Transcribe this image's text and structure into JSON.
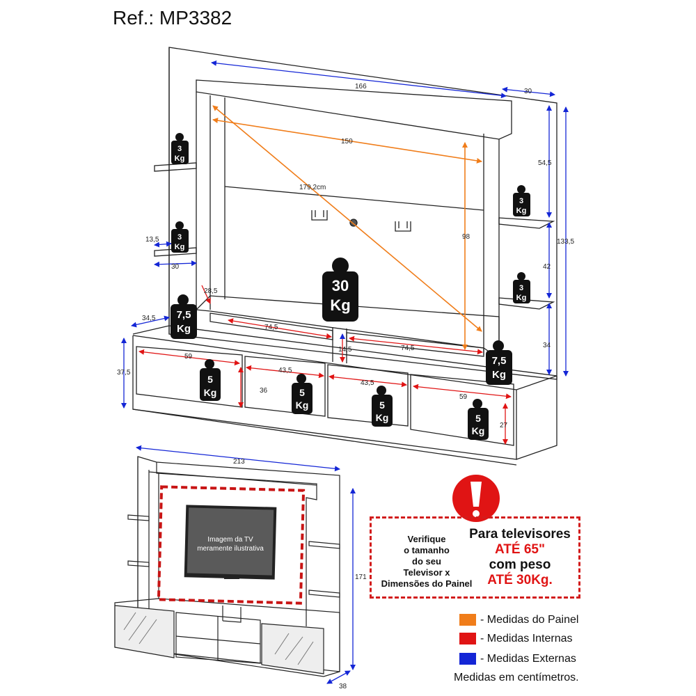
{
  "reference": "Ref.: MP3382",
  "colors": {
    "painel": "#f07d1a",
    "internas": "#e01414",
    "externas": "#1426d6"
  },
  "top_dims": {
    "width_total": "166",
    "depth_top": "30",
    "inner_width": "150",
    "diagonal": "179,2cm",
    "inner_height": "98",
    "shelf_gap_top": "54,5",
    "height_total": "133,5",
    "shelf_gap_mid": "42",
    "shelf_gap_low": "34",
    "side_shelf_depth": "13,5",
    "side_shelf_width": "30",
    "panel_offset": "28,5",
    "base_depth": "34,5",
    "niche_width_left": "74,5",
    "niche_width_right": "74,5",
    "niche_height": "14,5",
    "base_height": "37,5",
    "comp_1": "59",
    "comp_2": "43,5",
    "comp_3": "43,5",
    "comp_4": "59",
    "comp_height_a": "36",
    "comp_height_b": "27"
  },
  "weights": {
    "shelf_left_1": [
      "3",
      "Kg"
    ],
    "shelf_left_2": [
      "3",
      "Kg"
    ],
    "shelf_right_1": [
      "3",
      "Kg"
    ],
    "shelf_right_2": [
      "3",
      "Kg"
    ],
    "panel": [
      "30",
      "Kg"
    ],
    "base_left": [
      "7,5",
      "Kg"
    ],
    "base_right": [
      "7,5",
      "Kg"
    ],
    "comp_1": [
      "5",
      "Kg"
    ],
    "comp_2": [
      "5",
      "Kg"
    ],
    "comp_3": [
      "5",
      "Kg"
    ],
    "comp_4": [
      "5",
      "Kg"
    ]
  },
  "front_dims": {
    "width_total": "213",
    "height_total": "171",
    "depth": "38"
  },
  "tv_caption": [
    "Imagem da TV",
    "meramente ilustrativa"
  ],
  "warning": {
    "left_lines": [
      "Verifique",
      "o tamanho",
      "do seu",
      "Televisor x",
      "Dimensões do Painel"
    ],
    "right_lines": [
      {
        "text": "Para televisores",
        "style": "blk"
      },
      {
        "text": "ATÉ 65\"",
        "style": "red"
      },
      {
        "text": "com peso",
        "style": "blk"
      },
      {
        "text": "ATÉ 30Kg.",
        "style": "red"
      }
    ],
    "icon": "exclamation-icon"
  },
  "legend": [
    {
      "label": "- Medidas do Painel",
      "color": "#f07d1a"
    },
    {
      "label": "- Medidas Internas",
      "color": "#e01414"
    },
    {
      "label": "- Medidas Externas",
      "color": "#1426d6"
    }
  ],
  "footnote": "Medidas em centímetros."
}
